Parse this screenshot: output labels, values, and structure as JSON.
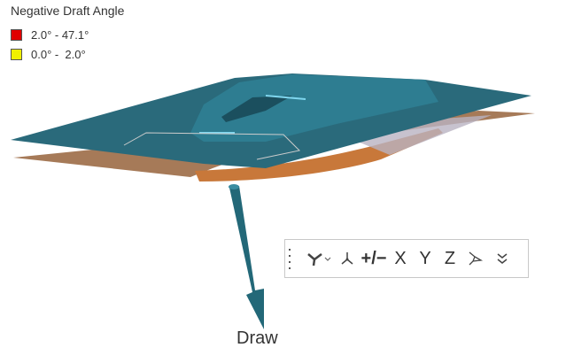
{
  "legend": {
    "title": "Negative Draft Angle",
    "items": [
      {
        "label": "2.0° - 47.1°",
        "color": "#e00000"
      },
      {
        "label": "0.0° -  2.0°",
        "color": "#f0f000"
      }
    ]
  },
  "viewport": {
    "direction_label": "Draw",
    "die_color": "#2a6f82",
    "binder_color": "#c08a5c"
  },
  "toolbar": {
    "items": [
      {
        "name": "axis-triad-dropdown",
        "icon": "triad-icon"
      },
      {
        "name": "view-origin",
        "icon": "origin-icon"
      },
      {
        "name": "reverse-direction",
        "label": "+/−"
      },
      {
        "name": "x-axis",
        "label": "X"
      },
      {
        "name": "y-axis",
        "label": "Y"
      },
      {
        "name": "z-axis",
        "label": "Z"
      },
      {
        "name": "rotate",
        "icon": "rotate-icon"
      },
      {
        "name": "more",
        "icon": "chevron-double-down-icon"
      }
    ]
  }
}
